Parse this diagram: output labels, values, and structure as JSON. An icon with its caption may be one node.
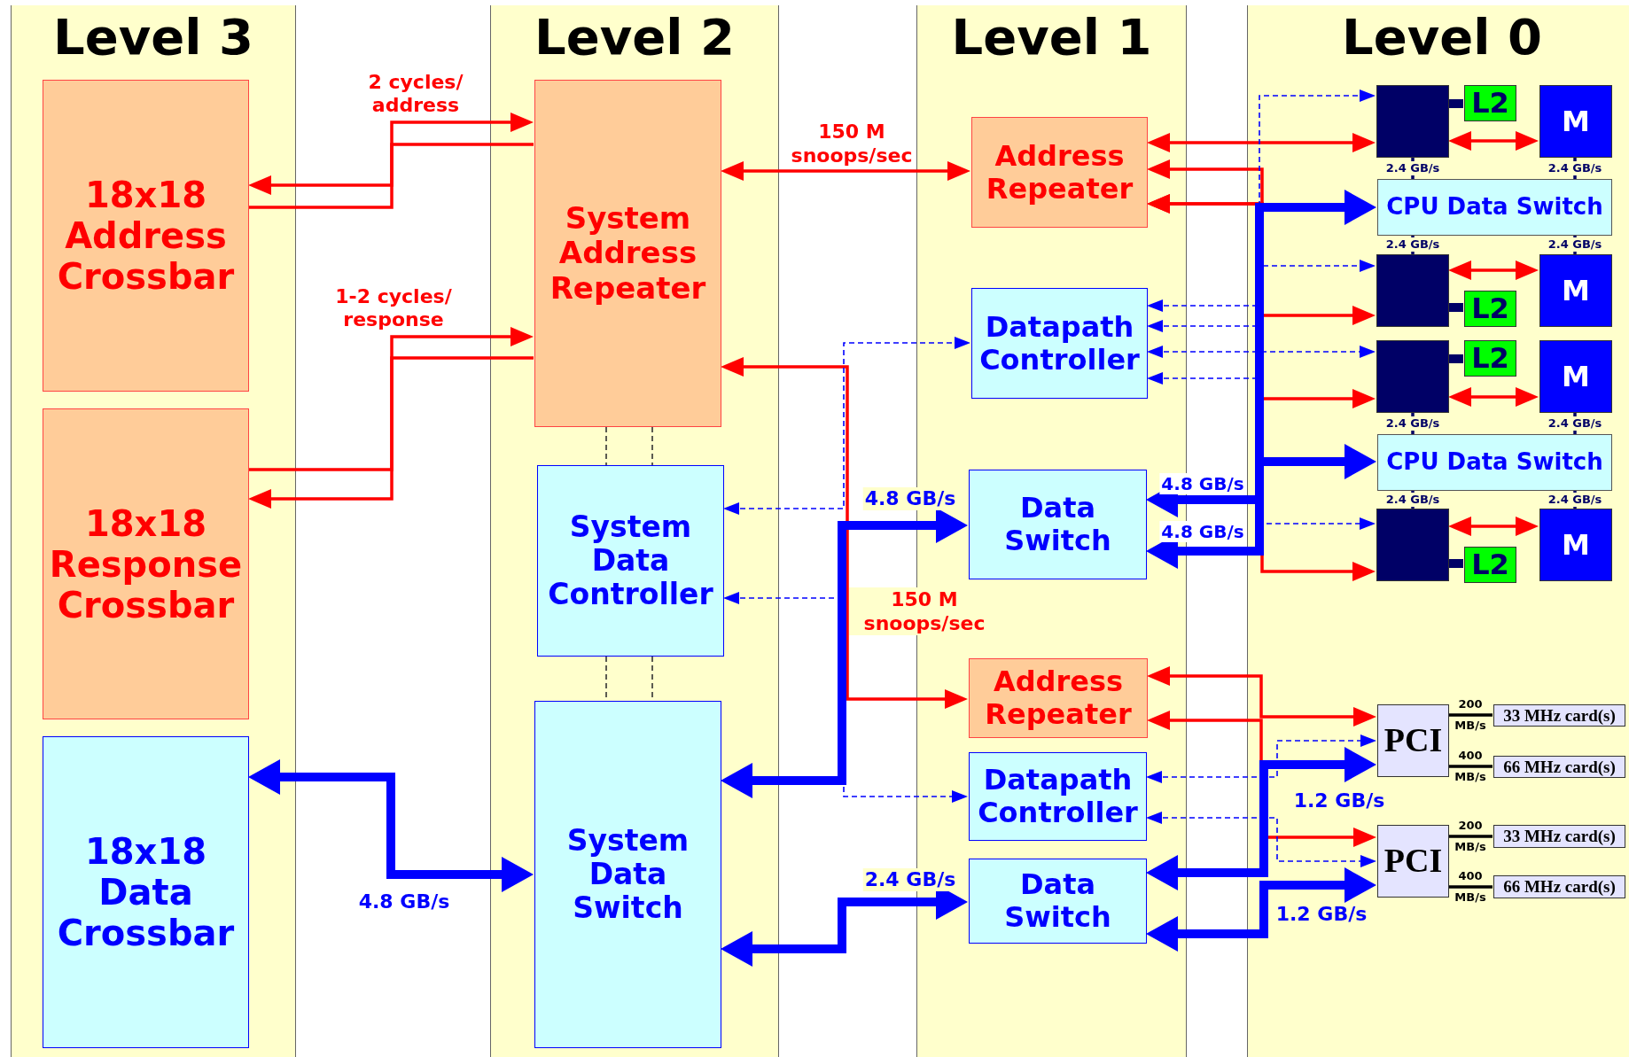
{
  "diagram": {
    "nodes": [
      {
        "text": [
          "Level 3"
        ]
      },
      {
        "text": [
          "Level 2"
        ]
      },
      {
        "text": [
          "Level 1"
        ]
      },
      {
        "text": [
          "Level 0"
        ]
      },
      {
        "text": [
          "18x18 Address Crossbar"
        ],
        "in": 0
      },
      {
        "text": [
          "18x18 Response Crossbar"
        ],
        "in": 0
      },
      {
        "text": [
          "18x18 Data Crossbar"
        ],
        "in": 0
      },
      {
        "text": [
          "System Address Repeater"
        ],
        "in": 1
      },
      {
        "text": [
          "System Data Controller"
        ],
        "in": 1
      },
      {
        "text": [
          "System Data Switch"
        ],
        "in": 1
      },
      {
        "text": [
          "Address Repeater"
        ],
        "in": 2
      },
      {
        "text": [
          "Datapath Controller"
        ],
        "in": 2
      },
      {
        "text": [
          "Data Switch"
        ],
        "in": 2
      },
      {
        "text": [
          "Address Repeater"
        ],
        "in": 2
      },
      {
        "text": [
          "Datapath Controller"
        ],
        "in": 2
      },
      {
        "text": [
          "Data Switch"
        ],
        "in": 2
      },
      {
        "text": [],
        "shape": "box",
        "in": 3
      },
      {
        "text": [
          "L2"
        ],
        "in": 3
      },
      {
        "text": [
          "M"
        ],
        "in": 3
      },
      {
        "text": [
          "CPU Data Switch"
        ],
        "in": 3
      },
      {
        "text": [],
        "shape": "box",
        "in": 3
      },
      {
        "text": [
          "L2"
        ],
        "in": 3
      },
      {
        "text": [
          "M"
        ],
        "in": 3
      },
      {
        "text": [],
        "shape": "box",
        "in": 3
      },
      {
        "text": [
          "L2"
        ],
        "in": 3
      },
      {
        "text": [
          "M"
        ],
        "in": 3
      },
      {
        "text": [
          "CPU Data Switch"
        ],
        "in": 3
      },
      {
        "text": [],
        "shape": "box",
        "in": 3
      },
      {
        "text": [
          "L2"
        ],
        "in": 3
      },
      {
        "text": [
          "M"
        ],
        "in": 3
      },
      {
        "text": [
          "PCI"
        ],
        "in": 3
      },
      {
        "text": [
          "33 MHz card(s)"
        ],
        "in": 3
      },
      {
        "text": [
          "66 MHz card(s)"
        ],
        "in": 3
      },
      {
        "text": [
          "PCI"
        ],
        "in": 3
      },
      {
        "text": [
          "33 MHz card(s)"
        ],
        "in": 3
      },
      {
        "text": [
          "66 MHz card(s)"
        ],
        "in": 3
      }
    ],
    "edges": [
      {
        "from": 4,
        "to": 7,
        "arrow": "to",
        "color": "#ff0000",
        "label": "2 cycles/ address"
      },
      {
        "from": 7,
        "to": 4,
        "arrow": "to",
        "color": "#ff0000"
      },
      {
        "from": 5,
        "to": 7,
        "arrow": "to",
        "color": "#ff0000",
        "label": "1-2 cycles/ response"
      },
      {
        "from": 7,
        "to": 5,
        "arrow": "to",
        "color": "#ff0000"
      },
      {
        "from": 7,
        "to": 10,
        "arrow": "both",
        "color": "#ff0000",
        "label": "150 M snoops/sec"
      },
      {
        "from": 7,
        "to": 13,
        "arrow": "both",
        "color": "#ff0000",
        "label": "150 M snoops/sec"
      },
      {
        "from": 6,
        "to": 9,
        "arrow": "both",
        "style": "thick",
        "color": "#0000ff",
        "label": "4.8 GB/s"
      },
      {
        "from": 9,
        "to": 12,
        "arrow": "both",
        "style": "thick",
        "color": "#0000ff",
        "label": "4.8 GB/s"
      },
      {
        "from": 9,
        "to": 15,
        "arrow": "both",
        "style": "thick",
        "color": "#0000ff",
        "label": "2.4 GB/s"
      },
      {
        "from": 8,
        "to": 11,
        "arrow": "both",
        "style": "dashed",
        "color": "#0000ff"
      },
      {
        "from": 8,
        "to": 14,
        "arrow": "both",
        "style": "dashed",
        "color": "#0000ff"
      },
      {
        "from": 7,
        "to": 8,
        "arrow": "none",
        "style": "dashed",
        "color": "#333333"
      },
      {
        "from": 7,
        "to": 8,
        "arrow": "none",
        "style": "dashed",
        "color": "#333333"
      },
      {
        "from": 8,
        "to": 9,
        "arrow": "none",
        "style": "dashed",
        "color": "#333333"
      },
      {
        "from": 8,
        "to": 9,
        "arrow": "none",
        "style": "dashed",
        "color": "#333333"
      },
      {
        "from": 10,
        "to": 16,
        "arrow": "both",
        "color": "#ff0000"
      },
      {
        "from": 10,
        "to": 20,
        "arrow": "both",
        "color": "#ff0000"
      },
      {
        "from": 10,
        "to": 23,
        "arrow": "both",
        "color": "#ff0000"
      },
      {
        "from": 10,
        "to": 27,
        "arrow": "both",
        "color": "#ff0000"
      },
      {
        "from": 12,
        "to": 19,
        "arrow": "both",
        "style": "thick",
        "color": "#0000ff",
        "label": "4.8 GB/s"
      },
      {
        "from": 12,
        "to": 26,
        "arrow": "both",
        "style": "thick",
        "color": "#0000ff",
        "label": "4.8 GB/s"
      },
      {
        "from": 11,
        "to": 16,
        "arrow": "both",
        "style": "dashed",
        "color": "#0000ff"
      },
      {
        "from": 11,
        "to": 20,
        "arrow": "both",
        "style": "dashed",
        "color": "#0000ff"
      },
      {
        "from": 11,
        "to": 23,
        "arrow": "both",
        "style": "dashed",
        "color": "#0000ff"
      },
      {
        "from": 11,
        "to": 27,
        "arrow": "both",
        "style": "dashed",
        "color": "#0000ff"
      },
      {
        "from": 16,
        "to": 17,
        "arrow": "none",
        "style": "thick",
        "color": "#000066"
      },
      {
        "from": 20,
        "to": 21,
        "arrow": "none",
        "style": "thick",
        "color": "#000066"
      },
      {
        "from": 23,
        "to": 24,
        "arrow": "none",
        "style": "thick",
        "color": "#000066"
      },
      {
        "from": 27,
        "to": 28,
        "arrow": "none",
        "style": "thick",
        "color": "#000066"
      },
      {
        "from": 16,
        "to": 18,
        "arrow": "both",
        "color": "#ff0000"
      },
      {
        "from": 20,
        "to": 22,
        "arrow": "both",
        "color": "#ff0000"
      },
      {
        "from": 23,
        "to": 25,
        "arrow": "both",
        "color": "#ff0000"
      },
      {
        "from": 27,
        "to": 29,
        "arrow": "both",
        "color": "#ff0000"
      },
      {
        "from": 16,
        "to": 19,
        "arrow": "none",
        "color": "#000066",
        "label": "2.4 GB/s"
      },
      {
        "from": 18,
        "to": 19,
        "arrow": "none",
        "color": "#000066",
        "label": "2.4 GB/s"
      },
      {
        "from": 19,
        "to": 20,
        "arrow": "none",
        "color": "#000066",
        "label": "2.4 GB/s"
      },
      {
        "from": 19,
        "to": 22,
        "arrow": "none",
        "color": "#000066",
        "label": "2.4 GB/s"
      },
      {
        "from": 23,
        "to": 26,
        "arrow": "none",
        "color": "#000066",
        "label": "2.4 GB/s"
      },
      {
        "from": 25,
        "to": 26,
        "arrow": "none",
        "color": "#000066",
        "label": "2.4 GB/s"
      },
      {
        "from": 26,
        "to": 27,
        "arrow": "none",
        "color": "#000066",
        "label": "2.4 GB/s"
      },
      {
        "from": 26,
        "to": 29,
        "arrow": "none",
        "color": "#000066",
        "label": "2.4 GB/s"
      },
      {
        "from": 13,
        "to": 30,
        "arrow": "both",
        "color": "#ff0000"
      },
      {
        "from": 13,
        "to": 33,
        "arrow": "both",
        "color": "#ff0000"
      },
      {
        "from": 14,
        "to": 30,
        "arrow": "both",
        "style": "dashed",
        "color": "#0000ff"
      },
      {
        "from": 14,
        "to": 33,
        "arrow": "both",
        "style": "dashed",
        "color": "#0000ff"
      },
      {
        "from": 15,
        "to": 30,
        "arrow": "both",
        "style": "thick",
        "color": "#0000ff",
        "label": "1.2 GB/s"
      },
      {
        "from": 15,
        "to": 33,
        "arrow": "both",
        "style": "thick",
        "color": "#0000ff",
        "label": "1.2 GB/s"
      },
      {
        "from": 30,
        "to": 31,
        "arrow": "none",
        "color": "#000000",
        "label": "200 MB/s"
      },
      {
        "from": 30,
        "to": 32,
        "arrow": "none",
        "color": "#000000",
        "label": "400 MB/s"
      },
      {
        "from": 33,
        "to": 34,
        "arrow": "none",
        "color": "#000000",
        "label": "200 MB/s"
      },
      {
        "from": 33,
        "to": 35,
        "arrow": "none",
        "color": "#000000",
        "label": "400 MB/s"
      }
    ]
  }
}
